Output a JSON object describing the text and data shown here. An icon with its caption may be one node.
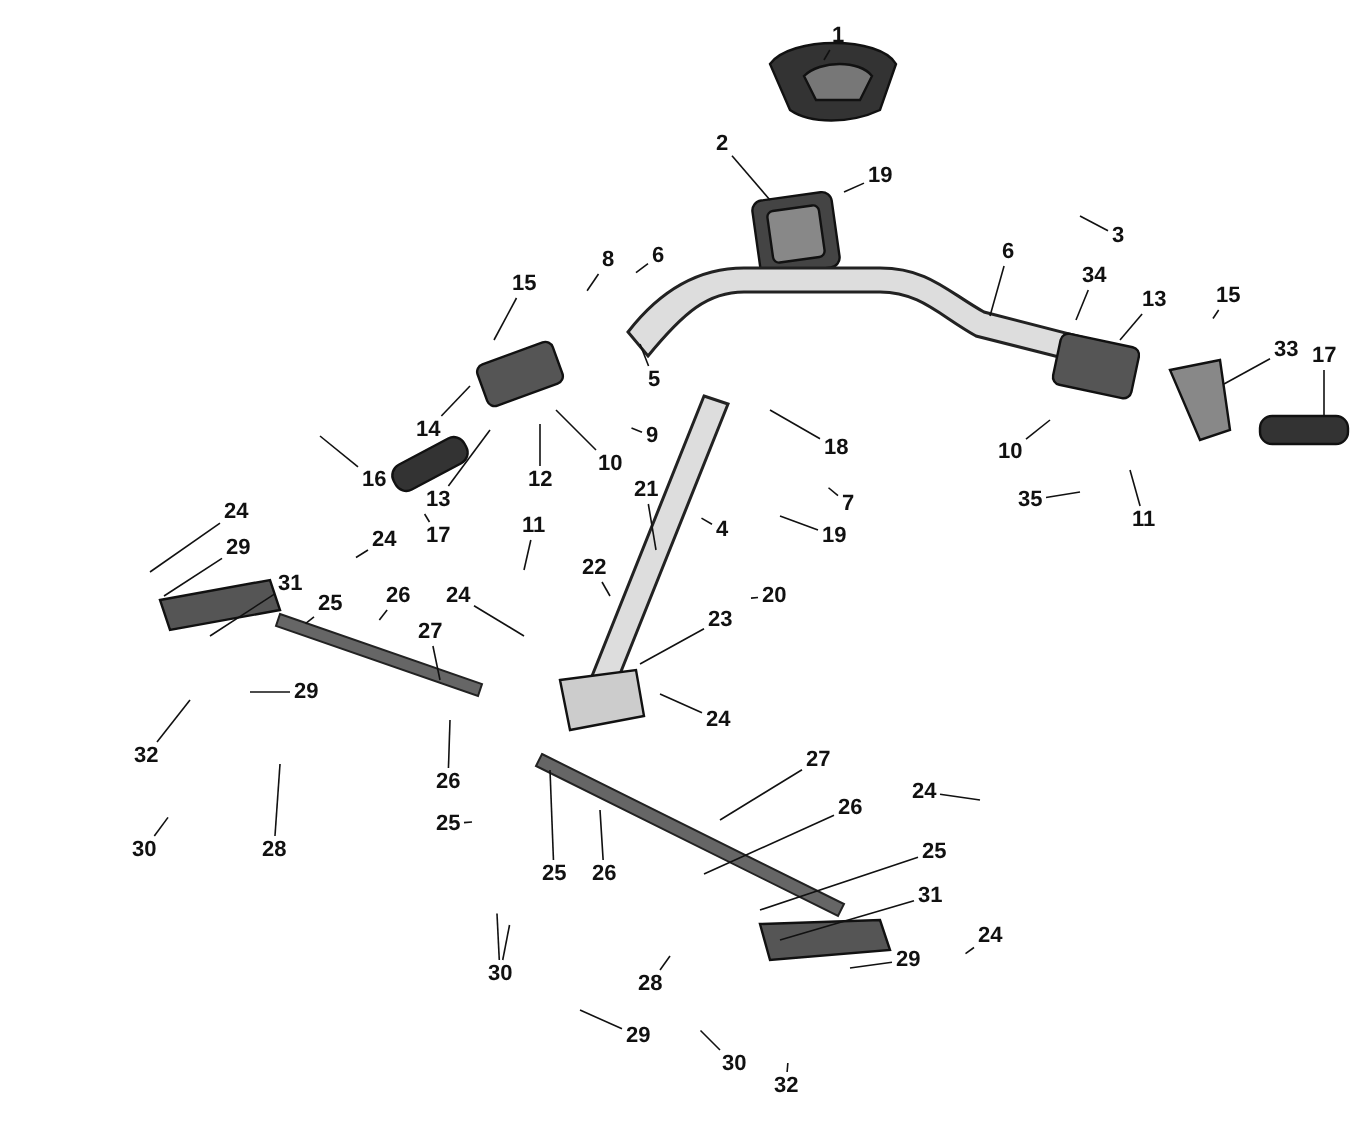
{
  "diagram": {
    "nodes": [
      {
        "text": [
          "1"
        ]
      },
      {
        "text": [
          "2"
        ]
      },
      {
        "text": [
          "19"
        ]
      },
      {
        "text": [
          "15"
        ]
      },
      {
        "text": [
          "8"
        ]
      },
      {
        "text": [
          "6"
        ]
      },
      {
        "text": [
          "3"
        ]
      },
      {
        "text": [
          "6"
        ]
      },
      {
        "text": [
          "34"
        ]
      },
      {
        "text": [
          "13"
        ]
      },
      {
        "text": [
          "15"
        ]
      },
      {
        "text": [
          "5"
        ]
      },
      {
        "text": [
          "14"
        ]
      },
      {
        "text": [
          "9"
        ]
      },
      {
        "text": [
          "10"
        ]
      },
      {
        "text": [
          "16"
        ]
      },
      {
        "text": [
          "13"
        ]
      },
      {
        "text": [
          "12"
        ]
      },
      {
        "text": [
          "11"
        ]
      },
      {
        "text": [
          "17"
        ]
      },
      {
        "text": [
          "18"
        ]
      },
      {
        "text": [
          "7"
        ]
      },
      {
        "text": [
          "19"
        ]
      },
      {
        "text": [
          "10"
        ]
      },
      {
        "text": [
          "35"
        ]
      },
      {
        "text": [
          "11"
        ]
      },
      {
        "text": [
          "17"
        ]
      },
      {
        "text": [
          "33"
        ]
      },
      {
        "text": [
          "21"
        ]
      },
      {
        "text": [
          "22"
        ]
      },
      {
        "text": [
          "4"
        ]
      },
      {
        "text": [
          "20"
        ]
      },
      {
        "text": [
          "24"
        ]
      },
      {
        "text": [
          "29"
        ]
      },
      {
        "text": [
          "31"
        ]
      },
      {
        "text": [
          "32"
        ]
      },
      {
        "text": [
          "30"
        ]
      },
      {
        "text": [
          "28"
        ]
      },
      {
        "text": [
          "24"
        ]
      },
      {
        "text": [
          "25"
        ]
      },
      {
        "text": [
          "26"
        ]
      },
      {
        "text": [
          "27"
        ]
      },
      {
        "text": [
          "29"
        ]
      },
      {
        "text": [
          "24"
        ]
      },
      {
        "text": [
          "23"
        ]
      },
      {
        "text": [
          "24"
        ]
      },
      {
        "text": [
          "26"
        ]
      },
      {
        "text": [
          "25"
        ]
      },
      {
        "text": [
          "30"
        ]
      },
      {
        "text": [
          "25"
        ]
      },
      {
        "text": [
          "26"
        ]
      },
      {
        "text": [
          "27"
        ]
      },
      {
        "text": [
          "26"
        ]
      },
      {
        "text": [
          "24"
        ]
      },
      {
        "text": [
          "25"
        ]
      },
      {
        "text": [
          "31"
        ]
      },
      {
        "text": [
          "29"
        ]
      },
      {
        "text": [
          "24"
        ]
      },
      {
        "text": [
          "28"
        ]
      },
      {
        "text": [
          "29"
        ]
      },
      {
        "text": [
          "30"
        ]
      },
      {
        "text": [
          "32"
        ]
      }
    ],
    "edges": [
      {
        "from": 0,
        "to": null,
        "arrow": "none"
      },
      {
        "from": 1,
        "to": null,
        "arrow": "none"
      },
      {
        "from": 2,
        "to": null,
        "arrow": "none"
      },
      {
        "from": 3,
        "to": null,
        "arrow": "none"
      },
      {
        "from": 4,
        "to": null,
        "arrow": "none"
      },
      {
        "from": 5,
        "to": null,
        "arrow": "none"
      },
      {
        "from": 6,
        "to": null,
        "arrow": "none"
      },
      {
        "from": 7,
        "to": null,
        "arrow": "none"
      },
      {
        "from": 8,
        "to": null,
        "arrow": "none"
      },
      {
        "from": 9,
        "to": null,
        "arrow": "none"
      },
      {
        "from": 10,
        "to": null,
        "arrow": "none"
      },
      {
        "from": 11,
        "to": null,
        "arrow": "none"
      },
      {
        "from": 12,
        "to": null,
        "arrow": "none"
      },
      {
        "from": 13,
        "to": null,
        "arrow": "none"
      },
      {
        "from": 14,
        "to": null,
        "arrow": "none"
      },
      {
        "from": 15,
        "to": null,
        "arrow": "none"
      },
      {
        "from": 16,
        "to": null,
        "arrow": "none"
      },
      {
        "from": 17,
        "to": null,
        "arrow": "none"
      },
      {
        "from": 18,
        "to": null,
        "arrow": "none"
      },
      {
        "from": 19,
        "to": null,
        "arrow": "none"
      },
      {
        "from": 20,
        "to": null,
        "arrow": "none"
      },
      {
        "from": 21,
        "to": null,
        "arrow": "none"
      },
      {
        "from": 22,
        "to": null,
        "arrow": "none"
      },
      {
        "from": 23,
        "to": null,
        "arrow": "none"
      },
      {
        "from": 24,
        "to": null,
        "arrow": "none"
      },
      {
        "from": 25,
        "to": null,
        "arrow": "none"
      },
      {
        "from": 26,
        "to": null,
        "arrow": "none"
      },
      {
        "from": 27,
        "to": null,
        "arrow": "none"
      },
      {
        "from": 28,
        "to": null,
        "arrow": "none"
      },
      {
        "from": 29,
        "to": null,
        "arrow": "none"
      },
      {
        "from": 30,
        "to": null,
        "arrow": "none"
      },
      {
        "from": 31,
        "to": null,
        "arrow": "none"
      },
      {
        "from": 32,
        "to": null,
        "arrow": "none"
      },
      {
        "from": 33,
        "to": null,
        "arrow": "none"
      },
      {
        "from": 34,
        "to": null,
        "arrow": "none"
      },
      {
        "from": 35,
        "to": null,
        "arrow": "none"
      },
      {
        "from": 36,
        "to": null,
        "arrow": "none"
      },
      {
        "from": 37,
        "to": null,
        "arrow": "none"
      },
      {
        "from": 38,
        "to": null,
        "arrow": "none"
      },
      {
        "from": 39,
        "to": null,
        "arrow": "none"
      },
      {
        "from": 40,
        "to": null,
        "arrow": "none"
      },
      {
        "from": 41,
        "to": null,
        "arrow": "none"
      },
      {
        "from": 42,
        "to": null,
        "arrow": "none"
      },
      {
        "from": 43,
        "to": null,
        "arrow": "none"
      },
      {
        "from": 44,
        "to": null,
        "arrow": "none"
      },
      {
        "from": 45,
        "to": null,
        "arrow": "none"
      },
      {
        "from": 46,
        "to": null,
        "arrow": "none"
      },
      {
        "from": 47,
        "to": null,
        "arrow": "none"
      },
      {
        "from": 48,
        "to": null,
        "arrow": "none"
      },
      {
        "from": 48,
        "to": null,
        "arrow": "none"
      },
      {
        "from": 49,
        "to": null,
        "arrow": "none"
      },
      {
        "from": 50,
        "to": null,
        "arrow": "none"
      },
      {
        "from": 51,
        "to": null,
        "arrow": "none"
      },
      {
        "from": 52,
        "to": null,
        "arrow": "none"
      },
      {
        "from": 53,
        "to": null,
        "arrow": "none"
      },
      {
        "from": 54,
        "to": null,
        "arrow": "none"
      },
      {
        "from": 55,
        "to": null,
        "arrow": "none"
      },
      {
        "from": 56,
        "to": null,
        "arrow": "none"
      },
      {
        "from": 57,
        "to": null,
        "arrow": "none"
      },
      {
        "from": 58,
        "to": null,
        "arrow": "none"
      },
      {
        "from": 59,
        "to": null,
        "arrow": "none"
      },
      {
        "from": 60,
        "to": null,
        "arrow": "none"
      },
      {
        "from": 61,
        "to": null,
        "arrow": "none"
      }
    ]
  }
}
